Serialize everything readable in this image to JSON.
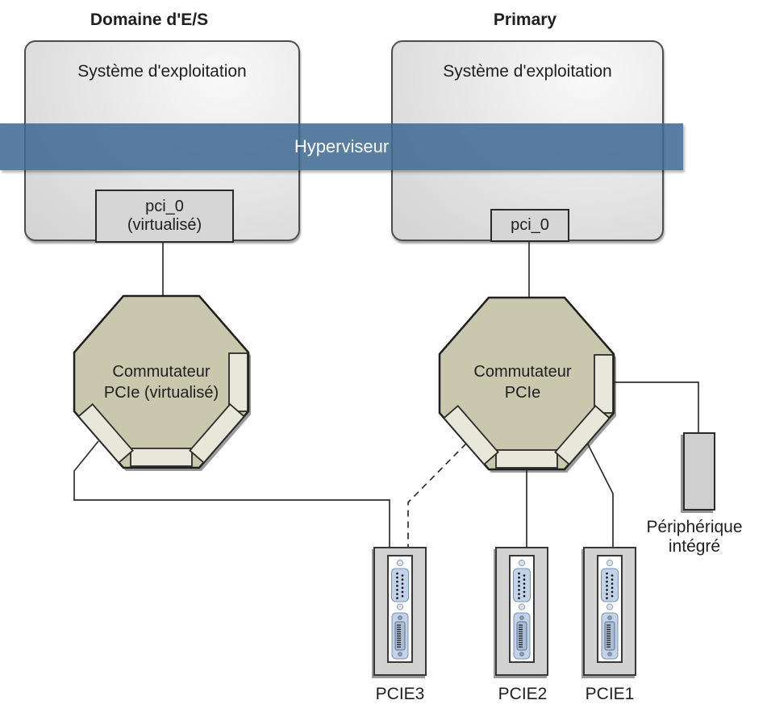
{
  "diagram": {
    "domains": [
      {
        "title": "Domaine d'E/S",
        "os_label": "Système d'exploitation",
        "pci_box": {
          "line1": "pci_0",
          "line2": "(virtualisé)"
        }
      },
      {
        "title": "Primary",
        "os_label": "Système d'exploitation",
        "pci_box": {
          "line1": "pci_0"
        }
      }
    ],
    "hypervisor": {
      "label": "Hyperviseur"
    },
    "switches": [
      {
        "line1": "Commutateur",
        "line2": "PCIe (virtualisé)"
      },
      {
        "line1": "Commutateur",
        "line2": "PCIe"
      }
    ],
    "peripheral": {
      "line1": "Périphérique",
      "line2": "intégré"
    },
    "slots": [
      {
        "label": "PCIE3"
      },
      {
        "label": "PCIE2"
      },
      {
        "label": "PCIE1"
      }
    ],
    "colors": {
      "hypervisor_bar": "#587c9e",
      "switch_fill": "#c9c8ae",
      "switch_port_fill": "#e8e8da",
      "domain_box_fill": "#e6e6e6",
      "pci_box_fill": "#d6d6d6",
      "card_fill": "#d2d2d2",
      "connector_blue": "#c2d2e8",
      "peripheral_fill": "#cfcfcf",
      "wire": "#2e2e2e"
    }
  }
}
